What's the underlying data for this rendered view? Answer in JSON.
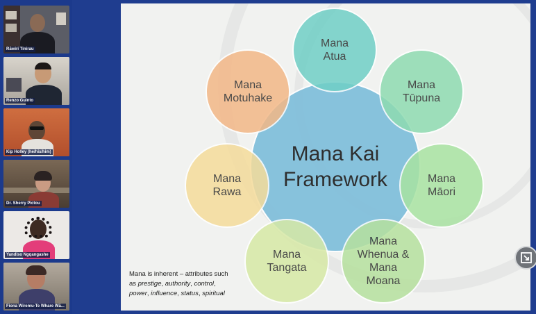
{
  "participants": [
    {
      "name": "Rāwiri Tinirau"
    },
    {
      "name": "Renzo Guinto"
    },
    {
      "name": "Kip Holley (he/his/him)"
    },
    {
      "name": "Dr. Sherry Pictou"
    },
    {
      "name": "Yandiso Ngqangashe"
    },
    {
      "name": "Fiona Wiremu-Te Whare Wā..."
    }
  ],
  "slide": {
    "center": "Mana Kai\nFramework",
    "outer": [
      {
        "label": "Mana\nAtua",
        "color": "#70cfc6"
      },
      {
        "label": "Mana\nTūpuna",
        "color": "#8fdbb1"
      },
      {
        "label": "Mana\nMāori",
        "color": "#a9e3a2"
      },
      {
        "label": "Mana\nWhenua &\nMana\nMoana",
        "color": "#b6e19e"
      },
      {
        "label": "Mana\nTangata",
        "color": "#d7e9a6"
      },
      {
        "label": "Mana\nRawa",
        "color": "#f5dc9b"
      },
      {
        "label": "Mana\nMotuhake",
        "color": "#f3b887"
      }
    ],
    "center_color": "#7fbedb",
    "note": {
      "line1": "Mana is inherent – attributes such",
      "line2_prefix": "as ",
      "w1": "prestige",
      "w2": "authority",
      "w3": "control",
      "w4": "power",
      "w5": "influence",
      "w6": "status",
      "w7": "spiritual"
    }
  },
  "controls": {
    "exit_icon": "exit-fullscreen-icon"
  }
}
